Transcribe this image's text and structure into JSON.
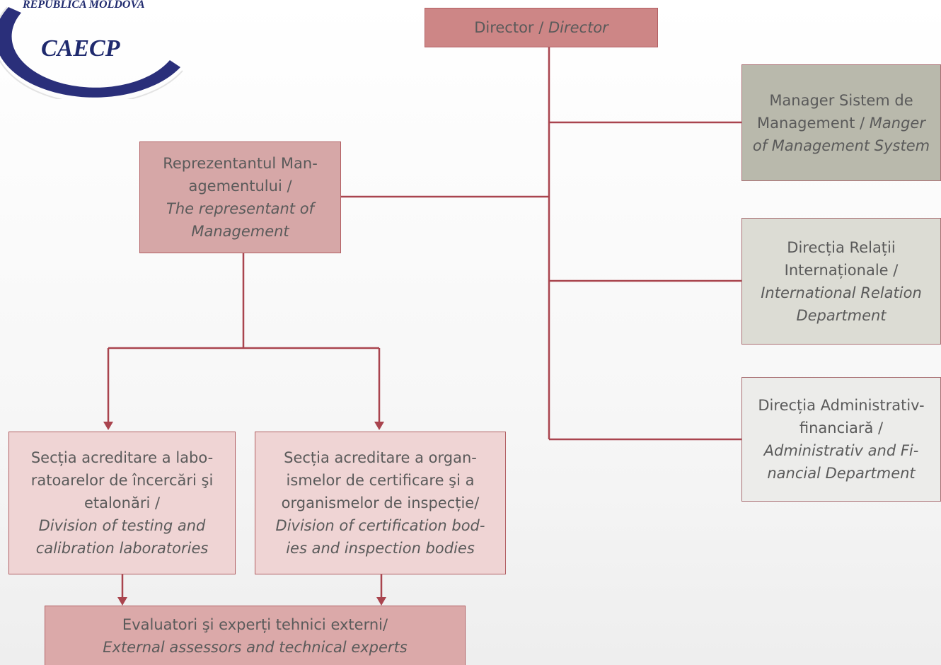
{
  "logo": {
    "country": "REPUBLICA MOLDOVA",
    "acronym": "CAECP"
  },
  "nodes": {
    "director": {
      "ro": "Director / ",
      "en": "Director"
    },
    "manager_system": {
      "ro": "Manager Sistem de Management / ",
      "en": "Manger of Management System"
    },
    "management_rep": {
      "ro": "Reprezentantul Man-agementului /",
      "en": "The representant of Management"
    },
    "international": {
      "ro": "Direcția Relații Internaționale /",
      "en": "International Relation Department"
    },
    "administrative": {
      "ro": "Direcția Administrativ-financiară /",
      "en": "Administrativ and Fi-nancial Department"
    },
    "labs_division": {
      "ro": "Secția acreditare a labo-ratoarelor de încercări şi etalonări /",
      "en": "Division of testing and calibration laboratories"
    },
    "cert_division": {
      "ro": "Secția acreditare a organ-ismelor de certificare şi a organismelor de inspecție/",
      "en": "Division of certification bod-ies and inspection bodies"
    },
    "assessors": {
      "ro": "Evaluatori şi experți tehnici externi/",
      "en": "External assessors and technical experts"
    }
  },
  "colors": {
    "line": "#a9444e",
    "rose": "#cd8686",
    "grey": "#b9b9ac",
    "text": "#5a5a5a"
  }
}
